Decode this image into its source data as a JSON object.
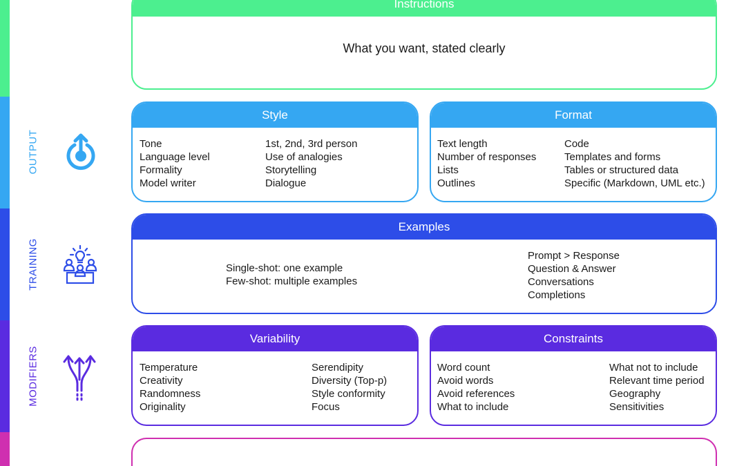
{
  "colors": {
    "instructions": "#4cef8f",
    "output": "#35a7f2",
    "training": "#2d4de8",
    "modifiers": "#5a2be0",
    "bottom": "#cf2fb0"
  },
  "sections": {
    "output": "OUTPUT",
    "training": "TRAINING",
    "modifiers": "MODIFIERS"
  },
  "icons": {
    "output": "power-cycle-icon",
    "training": "team-idea-icon",
    "modifiers": "diverging-arrows-icon"
  },
  "instructions": {
    "title": "Instructions",
    "body": "What you want, stated clearly"
  },
  "style": {
    "title": "Style",
    "col1": [
      "Tone",
      "Language level",
      "Formality",
      "Model writer"
    ],
    "col2": [
      "1st, 2nd, 3rd person",
      "Use of analogies",
      "Storytelling",
      "Dialogue"
    ]
  },
  "format": {
    "title": "Format",
    "col1": [
      "Text length",
      "Number of responses",
      "Lists",
      "Outlines"
    ],
    "col2": [
      "Code",
      "Templates and forms",
      "Tables or structured data",
      "Specific  (Markdown, UML etc.)"
    ]
  },
  "examples": {
    "title": "Examples",
    "col1": [
      "Single-shot: one example",
      "Few-shot: multiple examples"
    ],
    "col2": [
      "Prompt > Response",
      "Question & Answer",
      "Conversations",
      "Completions"
    ]
  },
  "variability": {
    "title": "Variability",
    "col1": [
      "Temperature",
      "Creativity",
      "Randomness",
      "Originality"
    ],
    "col2": [
      "Serendipity",
      "Diversity (Top-p)",
      "Style conformity",
      "Focus"
    ]
  },
  "constraints": {
    "title": "Constraints",
    "col1": [
      "Word count",
      "Avoid words",
      "Avoid references",
      "What to include"
    ],
    "col2": [
      "What not to include",
      "Relevant time period",
      "Geography",
      "Sensitivities"
    ]
  }
}
